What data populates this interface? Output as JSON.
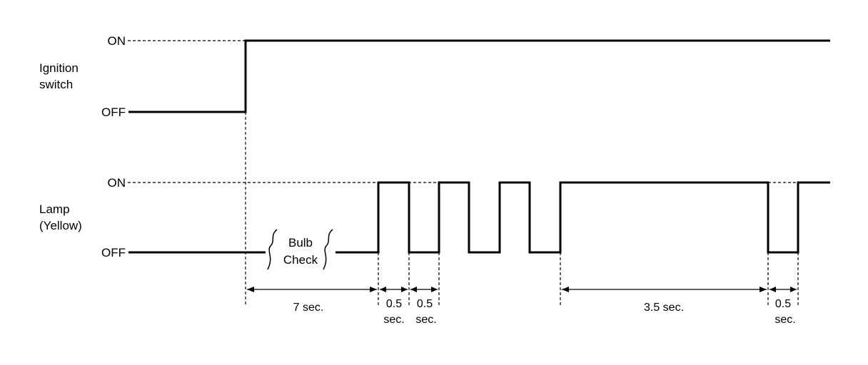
{
  "ignition": {
    "label_line1": "Ignition",
    "label_line2": "switch",
    "on_label": "ON",
    "off_label": "OFF"
  },
  "lamp": {
    "label_line1": "Lamp",
    "label_line2": "(Yellow)",
    "on_label": "ON",
    "off_label": "OFF"
  },
  "bulb_check": {
    "line1": "Bulb",
    "line2": "Check"
  },
  "durations": [
    {
      "line1": "7 sec.",
      "line2": ""
    },
    {
      "line1": "0.5",
      "line2": "sec."
    },
    {
      "line1": "0.5",
      "line2": "sec."
    },
    {
      "line1": "3.5 sec.",
      "line2": ""
    },
    {
      "line1": "0.5",
      "line2": "sec."
    }
  ]
}
